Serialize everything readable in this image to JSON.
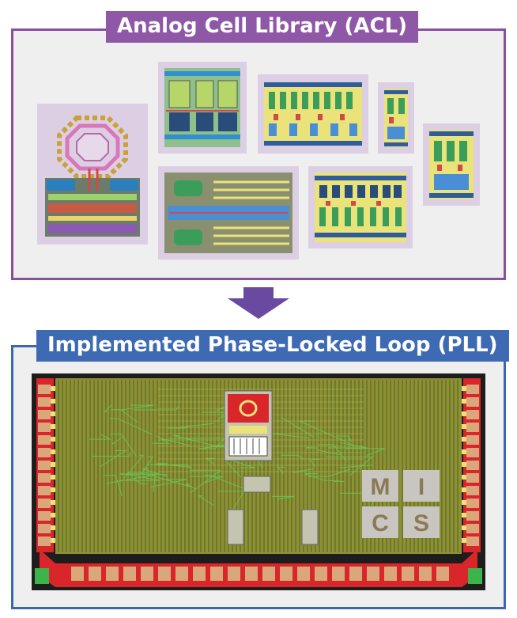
{
  "acl": {
    "title": "Analog Cell Library (ACL)"
  },
  "pll": {
    "title": "Implemented Phase-Locked Loop (PLL)",
    "logo_letters": [
      "M",
      "I",
      "C",
      "S"
    ]
  },
  "colors": {
    "acl_border": "#8a4f9e",
    "pll_border": "#3c67b0",
    "arrow": "#6a4aa0",
    "cell_bg": "#dccfe4"
  }
}
